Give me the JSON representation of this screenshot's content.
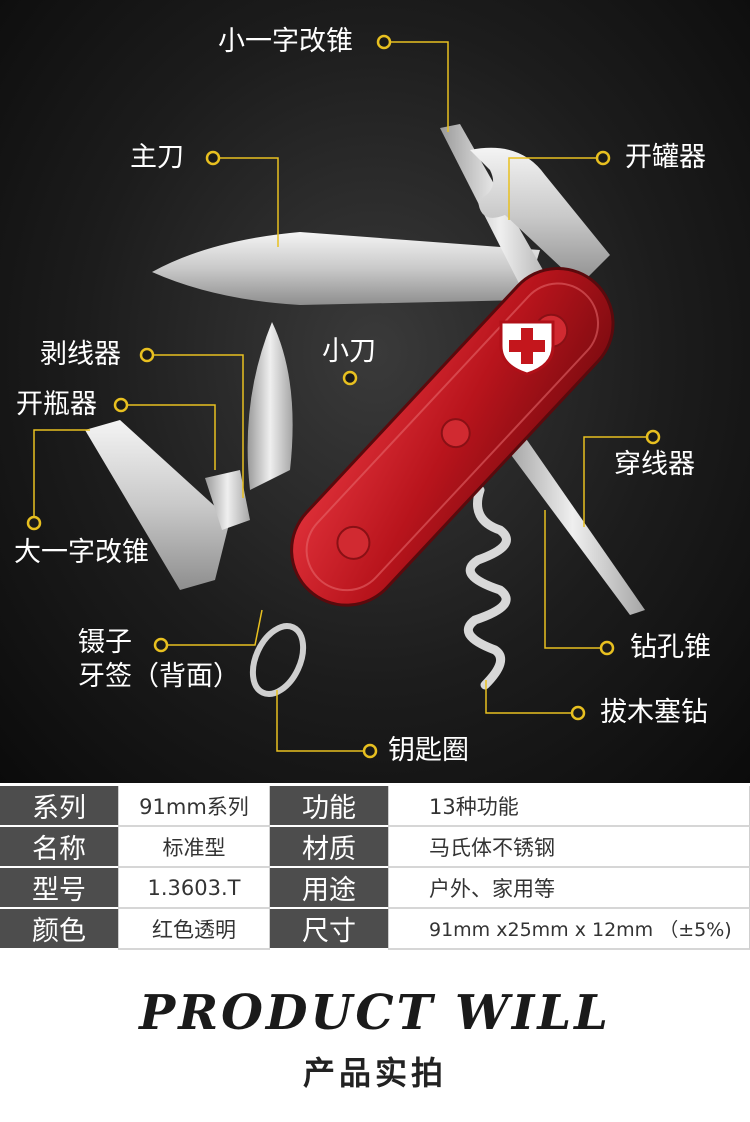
{
  "callouts": {
    "small_screwdriver": "小一字改锥",
    "main_blade": "主刀",
    "can_opener": "开罐器",
    "wire_stripper": "剥线器",
    "small_blade": "小刀",
    "bottle_opener": "开瓶器",
    "reamer": "穿线器",
    "large_screwdriver": "大一字改锥",
    "tweezers_line1": "镊子",
    "tweezers_line2": "牙签（背面）",
    "awl": "钻孔锥",
    "corkscrew": "拔木塞钻",
    "key_ring": "钥匙圈"
  },
  "specs": [
    {
      "key": "系列",
      "value": "91mm系列",
      "key2": "功能",
      "value2": "13种功能"
    },
    {
      "key": "名称",
      "value": "标准型",
      "key2": "材质",
      "value2": "马氏体不锈钢"
    },
    {
      "key": "型号",
      "value": "1.3603.T",
      "key2": "用途",
      "value2": "户外、家用等"
    },
    {
      "key": "颜色",
      "value": "红色透明",
      "key2": "尺寸",
      "value2": "91mm x25mm x 12mm （±5%)"
    }
  ],
  "footer": {
    "product_will": "PRODUCT WILL",
    "subtitle": "产品实拍"
  },
  "colors": {
    "leader": "#e8c020",
    "handle": "#c4161c",
    "table_key_bg": "#4d4d4d"
  }
}
